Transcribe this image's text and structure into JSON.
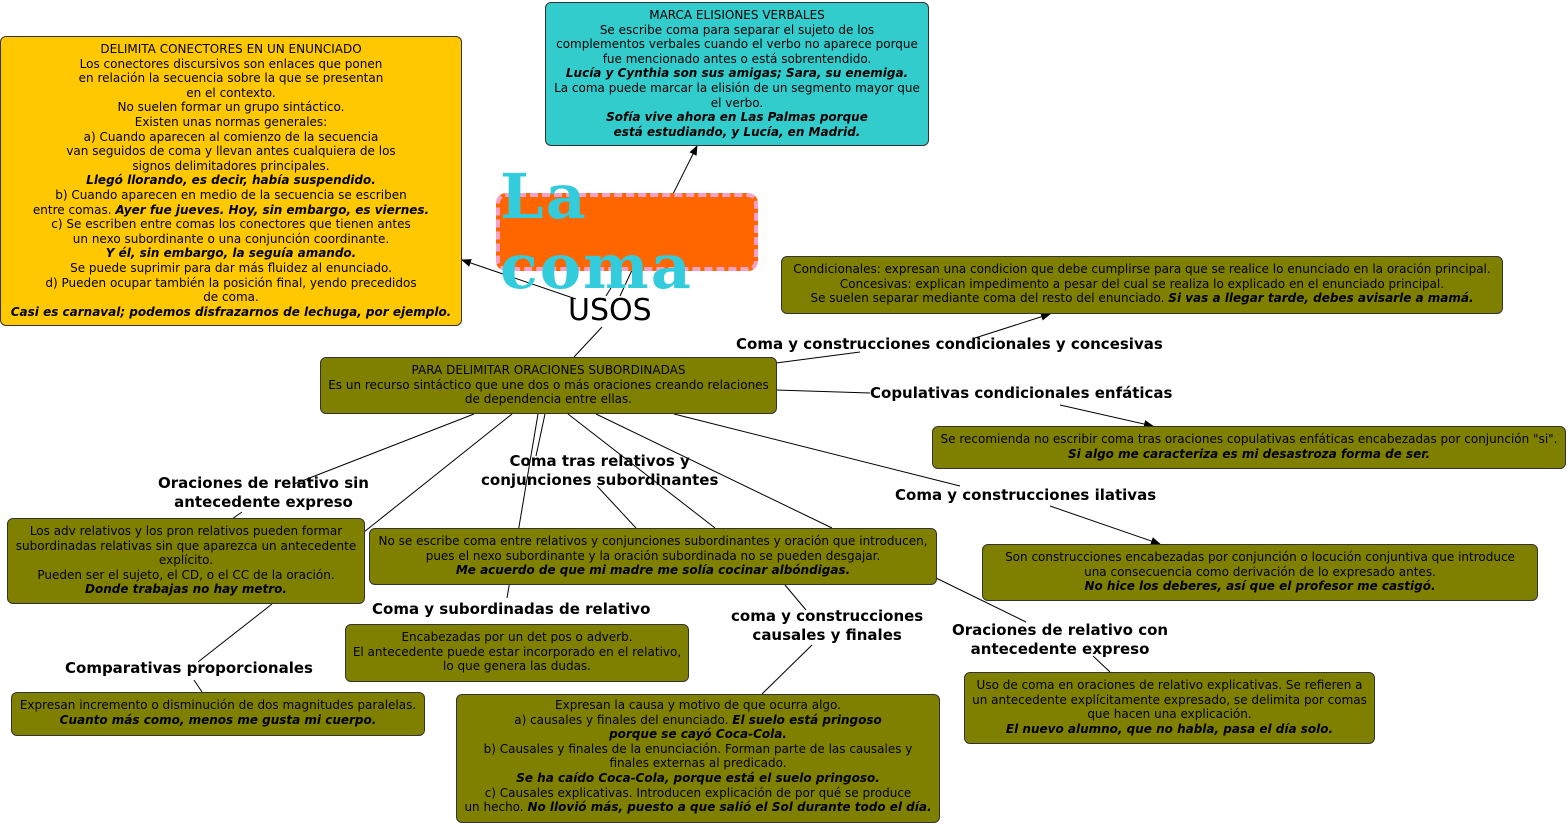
{
  "title": "La coma",
  "subtitle": "USOS",
  "nodes": {
    "conectores": {
      "lines": [
        {
          "t": "DELIMITA CONECTORES EN UN ENUNCIADO"
        },
        {
          "t": "Los conectores discursivos son enlaces que ponen"
        },
        {
          "t": "en relación la secuencia sobre la que se presentan"
        },
        {
          "t": "en el contexto."
        },
        {
          "t": "No suelen formar un grupo sintáctico."
        },
        {
          "t": "Existen unas normas generales:"
        },
        {
          "t": "a) Cuando aparecen al comienzo de la secuencia"
        },
        {
          "t": "van seguidos de coma y llevan antes cualquiera de los"
        },
        {
          "t": "signos delimitadores principales."
        },
        {
          "t": "Llegó llorando, es decir, había suspendido.",
          "ex": true
        },
        {
          "t": "b) Cuando aparecen en medio de la secuencia se escriben"
        },
        {
          "t": "entre comas. ",
          "ex2": "Ayer fue jueves. Hoy, sin embargo, es viernes."
        },
        {
          "t": "c) Se escriben entre comas los conectores que tienen antes"
        },
        {
          "t": "un nexo subordinante o una conjunción coordinante."
        },
        {
          "t": "Y él, sin embargo, la seguía amando.",
          "ex": true
        },
        {
          "t": "Se puede suprimir para dar más fluidez al enunciado."
        },
        {
          "t": "d) Pueden ocupar también la posición final, yendo precedidos"
        },
        {
          "t": "de coma."
        },
        {
          "t": "Casi es carnaval; podemos disfrazarnos de lechuga, por ejemplo.",
          "ex": true
        }
      ]
    },
    "elisiones": {
      "lines": [
        {
          "t": "MARCA ELISIONES VERBALES"
        },
        {
          "t": "Se escribe coma para separar el sujeto de los"
        },
        {
          "t": "complementos verbales cuando el verbo no aparece porque"
        },
        {
          "t": "fue mencionado antes o está sobrentendido."
        },
        {
          "t": "Lucía y Cynthia son sus amigas; Sara, su enemiga.",
          "ex": true
        },
        {
          "t": "La coma puede marcar la elisión de un segmento mayor que"
        },
        {
          "t": "el verbo."
        },
        {
          "t": "Sofía vive ahora en Las Palmas porque",
          "ex": true
        },
        {
          "t": "está estudiando, y Lucía, en Madrid.",
          "ex": true
        }
      ]
    },
    "condicionales": {
      "lines": [
        {
          "t": "Condicionales: expresan  una condicion que debe cumplirse para que se realice  lo enunciado en la oración principal."
        },
        {
          "t": "Concesivas: explican impedimento a pesar del cual se realiza lo explicado en el enunciado principal."
        },
        {
          "t": "Se suelen separar mediante coma del resto del enunciado. ",
          "ex2": "Si vas a llegar tarde, debes avisarle a mamá."
        }
      ]
    },
    "subordinadas": {
      "lines": [
        {
          "t": "PARA DELIMITAR ORACIONES SUBORDINADAS"
        },
        {
          "t": "Es un recurso sintáctico que une dos o más oraciones creando relaciones"
        },
        {
          "t": "de dependencia entre ellas."
        }
      ]
    },
    "copulativas": {
      "lines": [
        {
          "t": "Se recomienda no escribir coma tras oraciones copulativas enfáticas encabezadas por conjunción \"si\"."
        },
        {
          "t": "Si algo me caracteriza es mi desastroza forma de ser.",
          "ex": true
        }
      ]
    },
    "sin_antecedente": {
      "lines": [
        {
          "t": "Los adv relativos y los pron relativos pueden formar"
        },
        {
          "t": "subordinadas relativas sin que aparezca un antecedente"
        },
        {
          "t": "explícito."
        },
        {
          "t": "Pueden ser el sujeto, el CD, o el CC de la oración."
        },
        {
          "t": "Donde trabajas no hay metro.",
          "ex": true
        }
      ]
    },
    "tras_relativos": {
      "lines": [
        {
          "t": "No se escribe coma entre relativos y conjunciones subordinantes y oración que introducen,"
        },
        {
          "t": "pues el nexo subordinante y la oración subordinada no se pueden desgajar."
        },
        {
          "t": "Me acuerdo de que mi madre me solía cocinar albóndigas.",
          "ex": true
        }
      ]
    },
    "ilativas": {
      "lines": [
        {
          "t": "Son construcciones encabezadas por conjunción o locución conjuntiva que introduce"
        },
        {
          "t": "una consecuencia como derivación de lo expresado antes."
        },
        {
          "t": "No hice los deberes, así que el profesor me castigó.",
          "ex": true
        }
      ]
    },
    "subord_relativo": {
      "lines": [
        {
          "t": "Encabezadas por un det pos o adverb."
        },
        {
          "t": "El antecedente puede estar incorporado en el relativo,"
        },
        {
          "t": "lo que genera las dudas."
        }
      ]
    },
    "comparativas": {
      "lines": [
        {
          "t": "Expresan incremento o disminución de dos magnitudes paralelas."
        },
        {
          "t": "Cuanto más como, menos me gusta mi cuerpo.",
          "ex": true
        }
      ]
    },
    "causales": {
      "lines": [
        {
          "t": "Expresan la causa y motivo de que ocurra algo."
        },
        {
          "t": "a) causales y finales del enunciado. ",
          "ex2": "El suelo está pringoso"
        },
        {
          "t": "porque se cayó Coca-Cola.",
          "ex": true
        },
        {
          "t": "b) Causales y finales de la enunciación. Forman parte de las causales y"
        },
        {
          "t": "finales externas al predicado."
        },
        {
          "t": "Se ha caído Coca-Cola, porque está el suelo pringoso.",
          "ex": true
        },
        {
          "t": "c) Causales explicativas. Introducen explicación de por qué se produce"
        },
        {
          "t": "un hecho. ",
          "ex2": "No llovió más, puesto a que salió el Sol durante todo el día."
        }
      ]
    },
    "con_antecedente": {
      "lines": [
        {
          "t": "Uso de coma en oraciones de relativo explicativas. Se refieren a"
        },
        {
          "t": "un antecedente explícitamente expresado, se delimita por comas"
        },
        {
          "t": "que hacen una explicación."
        },
        {
          "t": "El nuevo alumno, que no habla, pasa el día solo.",
          "ex": true
        }
      ]
    }
  },
  "labels": {
    "condicionales": "Coma y construcciones condicionales y concesivas",
    "copulativas": "Copulativas condicionales enfáticas",
    "sin_antecedente": "Oraciones de relativo sin\nantecedente expreso",
    "tras_relativos": "Coma tras relativos y\nconjunciones subordinantes",
    "ilativas": "Coma y construcciones ilativas",
    "subord_relativo": "Coma y subordinadas de relativo",
    "causales": "coma y construcciones\ncausales y finales",
    "con_antecedente": "Oraciones de relativo con\nantecedente expreso",
    "comparativas": "Comparativas proporcionales"
  },
  "colors": {
    "olive": "#808000",
    "yellow": "#ffc800",
    "teal": "#33cccc",
    "title_bg": "#ff6600",
    "title_text": "#33ccdd",
    "title_border": "#f7a1c8"
  }
}
